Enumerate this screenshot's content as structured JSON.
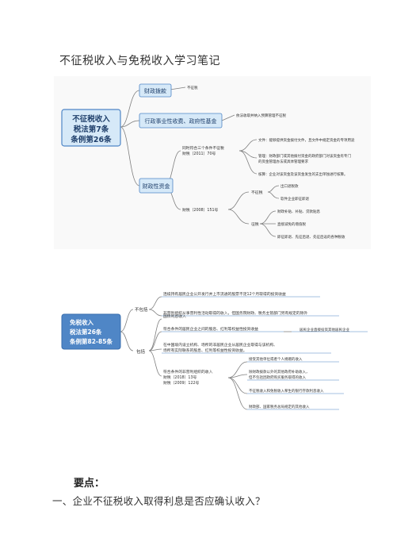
{
  "doc_title": "不征税收入与免税收入学习笔记",
  "map1": {
    "root": [
      "不征税收入",
      "税法第7条",
      "条例第26条"
    ],
    "branch1": {
      "label": "财政拨款",
      "note": "不征税"
    },
    "branch2": {
      "label": "行政事业性收费、政府性基金",
      "note": "依法收取并纳入预算管理不征税"
    },
    "branch3": {
      "label": "财政性资金",
      "doc70": [
        "同时符合三个条件不征税",
        "财税〔2011〕70号"
      ],
      "cond1": "文件：能够提供资金拨付文件，且文件中规定资金的专项用途",
      "cond2": [
        "管理：财政部门或其他拨付资金的政府部门对该资金有专门",
        "的资金管理办法或具体管理要求"
      ],
      "cond3": "核算：企业对该资金及该资金发生的支出单独进行核算。",
      "doc151": "财税〔2008〕151号",
      "not_tax": "不征税",
      "not_tax_items": [
        "出口退税款",
        "软件企业即征即退"
      ],
      "tax": "征税",
      "tax_items": [
        "财政补贴、补贴、贷款贴息",
        "直接减免的增值税",
        "即征即退、先征后退、先征后返的各种税收"
      ]
    }
  },
  "map2": {
    "root": [
      "免税收入",
      "税法第26条",
      "条例第82-85条"
    ],
    "exclude": {
      "label": "不包括",
      "items": [
        "连续持有居民企业公开发行并上市流通的股票不足12个月取得的投资收益",
        "非营利组织从事营利性活动取得的收入，但国务院财政、税务主管部门另有规定的除外"
      ]
    },
    "include": {
      "label": "包括",
      "treasury": "国债利息收入",
      "dividend": "符合条件的居民企业之间的股息、红利等权益性投资收益",
      "dividend_note": "居民企业直接投资其他居民企业",
      "nonres": [
        "在中国境内设立机构、场所的非居民企业从居民企业取得与该机构、",
        "场所有实际联系的股息、红利等权益性投资收益。"
      ],
      "nonprofit": [
        "符合条件的非营利组织的收入",
        "财税〔2018〕13号",
        "财税〔2009〕122号"
      ],
      "np_items": [
        "接受其他单位或者个人捐赠的收入",
        "除财政拨款以外的其他政府补助收入，",
        "但不包括因政府购买服务取得的收入",
        "不征税收入和免税收入孳生的银行存款利息收入",
        "财政部、国家税务总局规定的其他收入"
      ]
    }
  },
  "key_points": "要点：",
  "question1": "一、企业不征税收入取得利息是否应确认收入？",
  "colors": {
    "node_bg": "#d6e9f8",
    "node_border": "#4f86c6",
    "root_bg": "#4f86c6",
    "line": "#7f7f7f"
  }
}
